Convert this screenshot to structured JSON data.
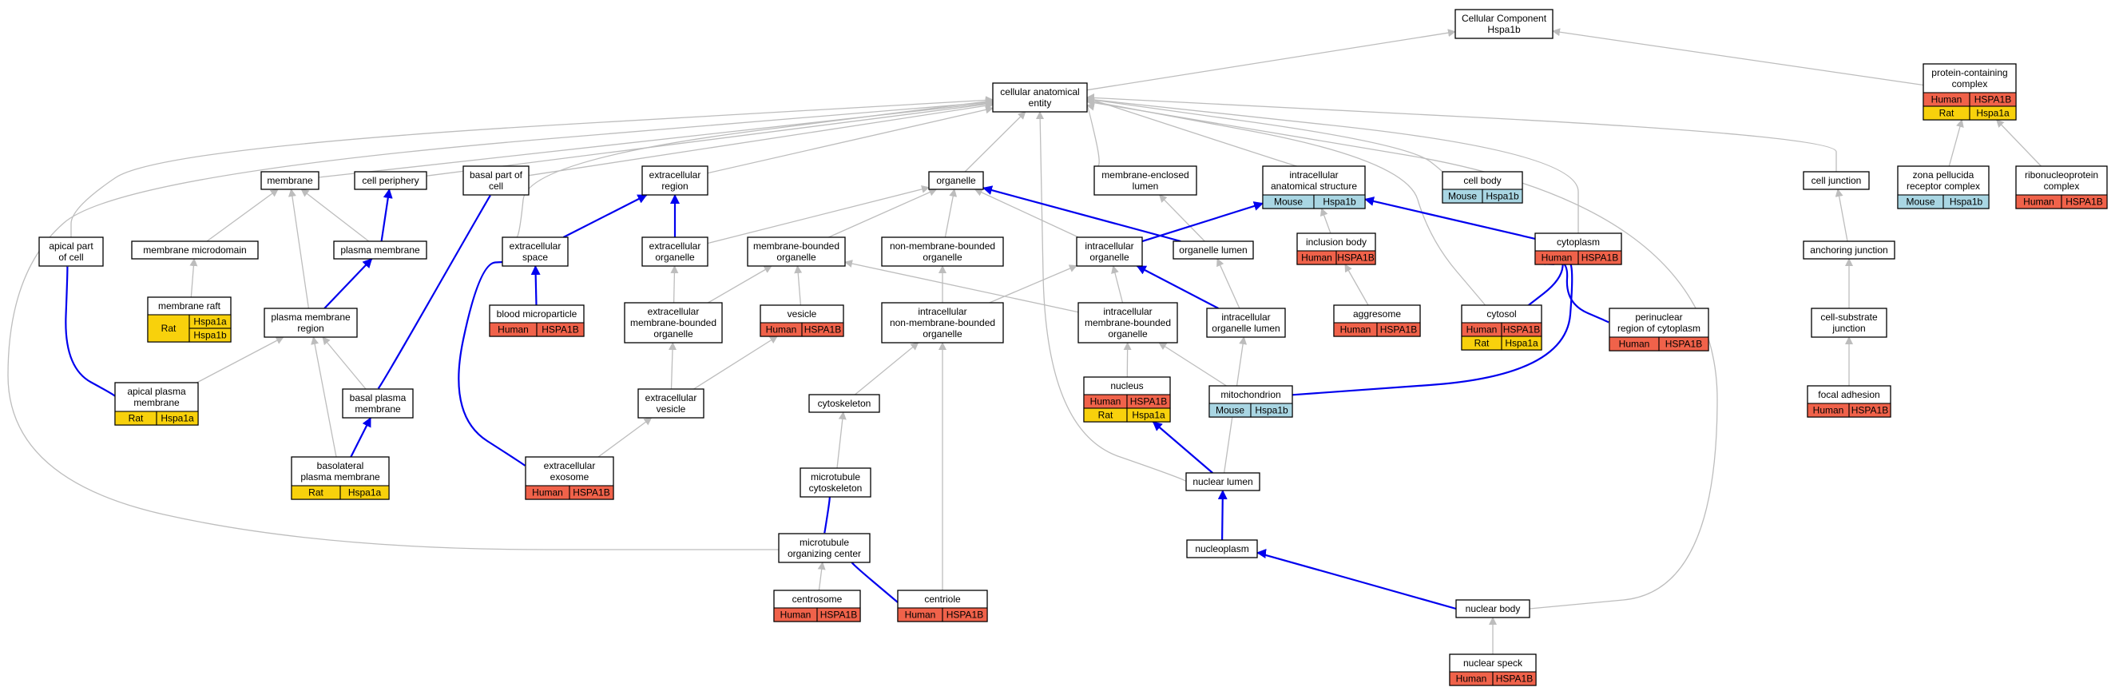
{
  "colors": {
    "Human": "#f0624a",
    "Rat": "#f8d10c",
    "Mouse": "#a9d6e3",
    "edge_is_a": "#bdbdbd",
    "edge_part_of": "#0000ee"
  },
  "nodes": [
    {
      "id": "cc",
      "lines": [
        "Cellular Component",
        "Hspa1b"
      ],
      "ann": []
    },
    {
      "id": "cae",
      "lines": [
        "cellular anatomical",
        "entity"
      ],
      "ann": []
    },
    {
      "id": "pcc",
      "lines": [
        "protein-containing",
        "complex"
      ],
      "ann": [
        [
          "Human",
          "HSPA1B"
        ],
        [
          "Rat",
          "Hspa1a"
        ]
      ]
    },
    {
      "id": "membrane",
      "lines": [
        "membrane"
      ],
      "ann": []
    },
    {
      "id": "cellperiphery",
      "lines": [
        "cell periphery"
      ],
      "ann": []
    },
    {
      "id": "basalpart",
      "lines": [
        "basal part of",
        "cell"
      ],
      "ann": []
    },
    {
      "id": "ecregion",
      "lines": [
        "extracellular",
        "region"
      ],
      "ann": []
    },
    {
      "id": "organelle",
      "lines": [
        "organelle"
      ],
      "ann": []
    },
    {
      "id": "melumen",
      "lines": [
        "membrane-enclosed",
        "lumen"
      ],
      "ann": []
    },
    {
      "id": "ias",
      "lines": [
        "intracellular",
        "anatomical structure"
      ],
      "ann": [
        [
          "Mouse",
          "Hspa1b"
        ]
      ]
    },
    {
      "id": "cellbody",
      "lines": [
        "cell body"
      ],
      "ann": [
        [
          "Mouse",
          "Hspa1b"
        ]
      ]
    },
    {
      "id": "celljunction",
      "lines": [
        "cell junction"
      ],
      "ann": []
    },
    {
      "id": "zprc",
      "lines": [
        "zona pellucida",
        "receptor complex"
      ],
      "ann": [
        [
          "Mouse",
          "Hspa1b"
        ]
      ]
    },
    {
      "id": "rnp",
      "lines": [
        "ribonucleoprotein",
        "complex"
      ],
      "ann": [
        [
          "Human",
          "HSPA1B"
        ]
      ]
    },
    {
      "id": "apicalpart",
      "lines": [
        "apical part",
        "of cell"
      ],
      "ann": []
    },
    {
      "id": "mmd",
      "lines": [
        "membrane microdomain"
      ],
      "ann": []
    },
    {
      "id": "pm",
      "lines": [
        "plasma membrane"
      ],
      "ann": []
    },
    {
      "id": "ecspace",
      "lines": [
        "extracellular",
        "space"
      ],
      "ann": []
    },
    {
      "id": "ecorganelle",
      "lines": [
        "extracellular",
        "organelle"
      ],
      "ann": []
    },
    {
      "id": "mbo",
      "lines": [
        "membrane-bounded",
        "organelle"
      ],
      "ann": []
    },
    {
      "id": "nmbo",
      "lines": [
        "non-membrane-bounded",
        "organelle"
      ],
      "ann": []
    },
    {
      "id": "icorg",
      "lines": [
        "intracellular",
        "organelle"
      ],
      "ann": []
    },
    {
      "id": "orglumen",
      "lines": [
        "organelle lumen"
      ],
      "ann": []
    },
    {
      "id": "inclbody",
      "lines": [
        "inclusion body"
      ],
      "ann": [
        [
          "Human",
          "HSPA1B"
        ]
      ]
    },
    {
      "id": "cytoplasm",
      "lines": [
        "cytoplasm"
      ],
      "ann": [
        [
          "Human",
          "HSPA1B"
        ]
      ]
    },
    {
      "id": "anchjunc",
      "lines": [
        "anchoring junction"
      ],
      "ann": []
    },
    {
      "id": "raft",
      "lines": [
        "membrane raft"
      ],
      "ann": [
        [
          "Rat",
          "Hspa1a",
          "Hspa1b"
        ]
      ]
    },
    {
      "id": "bmp",
      "lines": [
        "blood microparticle"
      ],
      "ann": [
        [
          "Human",
          "HSPA1B"
        ]
      ]
    },
    {
      "id": "pmr",
      "lines": [
        "plasma membrane",
        "region"
      ],
      "ann": []
    },
    {
      "id": "ecmbo",
      "lines": [
        "extracellular",
        "membrane-bounded",
        "organelle"
      ],
      "ann": []
    },
    {
      "id": "vesicle",
      "lines": [
        "vesicle"
      ],
      "ann": [
        [
          "Human",
          "HSPA1B"
        ]
      ]
    },
    {
      "id": "icnmbo",
      "lines": [
        "intracellular",
        "non-membrane-bounded",
        "organelle"
      ],
      "ann": []
    },
    {
      "id": "icmbo",
      "lines": [
        "intracellular",
        "membrane-bounded",
        "organelle"
      ],
      "ann": []
    },
    {
      "id": "icorglumen",
      "lines": [
        "intracellular",
        "organelle lumen"
      ],
      "ann": []
    },
    {
      "id": "aggresome",
      "lines": [
        "aggresome"
      ],
      "ann": [
        [
          "Human",
          "HSPA1B"
        ]
      ]
    },
    {
      "id": "cytosol",
      "lines": [
        "cytosol"
      ],
      "ann": [
        [
          "Human",
          "HSPA1B"
        ],
        [
          "Rat",
          "Hspa1a"
        ]
      ]
    },
    {
      "id": "perinuc",
      "lines": [
        "perinuclear",
        "region of cytoplasm"
      ],
      "ann": [
        [
          "Human",
          "HSPA1B"
        ]
      ]
    },
    {
      "id": "csj",
      "lines": [
        "cell-substrate",
        "junction"
      ],
      "ann": []
    },
    {
      "id": "apm",
      "lines": [
        "apical plasma",
        "membrane"
      ],
      "ann": [
        [
          "Rat",
          "Hspa1a"
        ]
      ]
    },
    {
      "id": "bpm",
      "lines": [
        "basal plasma",
        "membrane"
      ],
      "ann": []
    },
    {
      "id": "ecvesicle",
      "lines": [
        "extracellular",
        "vesicle"
      ],
      "ann": []
    },
    {
      "id": "cytoskeleton",
      "lines": [
        "cytoskeleton"
      ],
      "ann": []
    },
    {
      "id": "nucleus",
      "lines": [
        "nucleus"
      ],
      "ann": [
        [
          "Human",
          "HSPA1B"
        ],
        [
          "Rat",
          "Hspa1a"
        ]
      ]
    },
    {
      "id": "mito",
      "lines": [
        "mitochondrion"
      ],
      "ann": [
        [
          "Mouse",
          "Hspa1b"
        ]
      ]
    },
    {
      "id": "focal",
      "lines": [
        "focal adhesion"
      ],
      "ann": [
        [
          "Human",
          "HSPA1B"
        ]
      ]
    },
    {
      "id": "blpm",
      "lines": [
        "basolateral",
        "plasma membrane"
      ],
      "ann": [
        [
          "Rat",
          "Hspa1a"
        ]
      ]
    },
    {
      "id": "exosome",
      "lines": [
        "extracellular",
        "exosome"
      ],
      "ann": [
        [
          "Human",
          "HSPA1B"
        ]
      ]
    },
    {
      "id": "mtcyto",
      "lines": [
        "microtubule",
        "cytoskeleton"
      ],
      "ann": []
    },
    {
      "id": "nuclumen",
      "lines": [
        "nuclear lumen"
      ],
      "ann": []
    },
    {
      "id": "mtoc",
      "lines": [
        "microtubule",
        "organizing center"
      ],
      "ann": []
    },
    {
      "id": "nucleoplasm",
      "lines": [
        "nucleoplasm"
      ],
      "ann": []
    },
    {
      "id": "centrosome",
      "lines": [
        "centrosome"
      ],
      "ann": [
        [
          "Human",
          "HSPA1B"
        ]
      ]
    },
    {
      "id": "centriole",
      "lines": [
        "centriole"
      ],
      "ann": [
        [
          "Human",
          "HSPA1B"
        ]
      ]
    },
    {
      "id": "nucbody",
      "lines": [
        "nuclear body"
      ],
      "ann": []
    },
    {
      "id": "speck",
      "lines": [
        "nuclear speck"
      ],
      "ann": [
        [
          "Human",
          "HSPA1B"
        ]
      ]
    }
  ],
  "edges": [
    {
      "from": "cae",
      "to": "cc",
      "rel": "is_a"
    },
    {
      "from": "pcc",
      "to": "cc",
      "rel": "is_a"
    },
    {
      "from": "zprc",
      "to": "pcc",
      "rel": "is_a"
    },
    {
      "from": "rnp",
      "to": "pcc",
      "rel": "is_a"
    },
    {
      "from": "membrane",
      "to": "cae",
      "rel": "is_a"
    },
    {
      "from": "cellperiphery",
      "to": "cae",
      "rel": "is_a"
    },
    {
      "from": "basalpart",
      "to": "cae",
      "rel": "is_a"
    },
    {
      "from": "ecregion",
      "to": "cae",
      "rel": "is_a"
    },
    {
      "from": "organelle",
      "to": "cae",
      "rel": "is_a"
    },
    {
      "from": "melumen",
      "to": "cae",
      "rel": "is_a"
    },
    {
      "from": "ias",
      "to": "cae",
      "rel": "is_a"
    },
    {
      "from": "cellbody",
      "to": "cae",
      "rel": "is_a"
    },
    {
      "from": "celljunction",
      "to": "cae",
      "rel": "is_a"
    },
    {
      "from": "apicalpart",
      "to": "cae",
      "rel": "is_a"
    },
    {
      "from": "ecspace",
      "to": "cae",
      "rel": "is_a"
    },
    {
      "from": "cytoplasm",
      "to": "cae",
      "rel": "is_a"
    },
    {
      "from": "cytosol",
      "to": "cae",
      "rel": "is_a"
    },
    {
      "from": "nuclumen",
      "to": "cae",
      "rel": "is_a"
    },
    {
      "from": "mtoc",
      "to": "cae",
      "rel": "is_a"
    },
    {
      "from": "nucbody",
      "to": "cae",
      "rel": "is_a"
    },
    {
      "from": "mmd",
      "to": "membrane",
      "rel": "is_a"
    },
    {
      "from": "pm",
      "to": "membrane",
      "rel": "is_a"
    },
    {
      "from": "pmr",
      "to": "membrane",
      "rel": "is_a"
    },
    {
      "from": "pm",
      "to": "cellperiphery",
      "rel": "part_of"
    },
    {
      "from": "raft",
      "to": "mmd",
      "rel": "is_a"
    },
    {
      "from": "pmr",
      "to": "pm",
      "rel": "part_of"
    },
    {
      "from": "apm",
      "to": "apicalpart",
      "rel": "part_of"
    },
    {
      "from": "apm",
      "to": "pmr",
      "rel": "is_a"
    },
    {
      "from": "bpm",
      "to": "pmr",
      "rel": "is_a"
    },
    {
      "from": "blpm",
      "to": "pmr",
      "rel": "is_a"
    },
    {
      "from": "bpm",
      "to": "basalpart",
      "rel": "part_of"
    },
    {
      "from": "blpm",
      "to": "bpm",
      "rel": "part_of"
    },
    {
      "from": "ecspace",
      "to": "ecregion",
      "rel": "part_of"
    },
    {
      "from": "ecorganelle",
      "to": "ecregion",
      "rel": "part_of"
    },
    {
      "from": "ecorganelle",
      "to": "organelle",
      "rel": "is_a"
    },
    {
      "from": "mbo",
      "to": "organelle",
      "rel": "is_a"
    },
    {
      "from": "nmbo",
      "to": "organelle",
      "rel": "is_a"
    },
    {
      "from": "icorg",
      "to": "organelle",
      "rel": "is_a"
    },
    {
      "from": "orglumen",
      "to": "organelle",
      "rel": "part_of"
    },
    {
      "from": "orglumen",
      "to": "melumen",
      "rel": "is_a"
    },
    {
      "from": "icorg",
      "to": "ias",
      "rel": "part_of"
    },
    {
      "from": "inclbody",
      "to": "ias",
      "rel": "is_a"
    },
    {
      "from": "cytoplasm",
      "to": "ias",
      "rel": "part_of"
    },
    {
      "from": "anchjunc",
      "to": "celljunction",
      "rel": "is_a"
    },
    {
      "from": "csj",
      "to": "anchjunc",
      "rel": "is_a"
    },
    {
      "from": "focal",
      "to": "csj",
      "rel": "is_a"
    },
    {
      "from": "bmp",
      "to": "ecspace",
      "rel": "part_of"
    },
    {
      "from": "exosome",
      "to": "ecspace",
      "rel": "part_of"
    },
    {
      "from": "ecmbo",
      "to": "ecorganelle",
      "rel": "is_a"
    },
    {
      "from": "ecmbo",
      "to": "mbo",
      "rel": "is_a"
    },
    {
      "from": "vesicle",
      "to": "mbo",
      "rel": "is_a"
    },
    {
      "from": "icnmbo",
      "to": "nmbo",
      "rel": "is_a"
    },
    {
      "from": "icnmbo",
      "to": "icorg",
      "rel": "is_a"
    },
    {
      "from": "icmbo",
      "to": "mbo",
      "rel": "is_a"
    },
    {
      "from": "icmbo",
      "to": "icorg",
      "rel": "is_a"
    },
    {
      "from": "icorglumen",
      "to": "orglumen",
      "rel": "is_a"
    },
    {
      "from": "icorglumen",
      "to": "icorg",
      "rel": "part_of"
    },
    {
      "from": "aggresome",
      "to": "inclbody",
      "rel": "is_a"
    },
    {
      "from": "cytosol",
      "to": "cytoplasm",
      "rel": "part_of"
    },
    {
      "from": "perinuc",
      "to": "cytoplasm",
      "rel": "part_of"
    },
    {
      "from": "mito",
      "to": "cytoplasm",
      "rel": "part_of"
    },
    {
      "from": "ecvesicle",
      "to": "ecmbo",
      "rel": "is_a"
    },
    {
      "from": "ecvesicle",
      "to": "vesicle",
      "rel": "is_a"
    },
    {
      "from": "exosome",
      "to": "ecvesicle",
      "rel": "is_a"
    },
    {
      "from": "cytoskeleton",
      "to": "icnmbo",
      "rel": "is_a"
    },
    {
      "from": "centriole",
      "to": "icnmbo",
      "rel": "is_a"
    },
    {
      "from": "mtcyto",
      "to": "cytoskeleton",
      "rel": "is_a"
    },
    {
      "from": "mtoc",
      "to": "mtcyto",
      "rel": "part_of"
    },
    {
      "from": "centrosome",
      "to": "mtoc",
      "rel": "is_a"
    },
    {
      "from": "centriole",
      "to": "mtoc",
      "rel": "part_of"
    },
    {
      "from": "nucleus",
      "to": "icmbo",
      "rel": "is_a"
    },
    {
      "from": "mito",
      "to": "icmbo",
      "rel": "is_a"
    },
    {
      "from": "nuclumen",
      "to": "nucleus",
      "rel": "part_of"
    },
    {
      "from": "nuclumen",
      "to": "icorglumen",
      "rel": "is_a"
    },
    {
      "from": "nucleoplasm",
      "to": "nuclumen",
      "rel": "part_of"
    },
    {
      "from": "nucbody",
      "to": "nucleoplasm",
      "rel": "part_of"
    },
    {
      "from": "speck",
      "to": "nucbody",
      "rel": "is_a"
    }
  ]
}
